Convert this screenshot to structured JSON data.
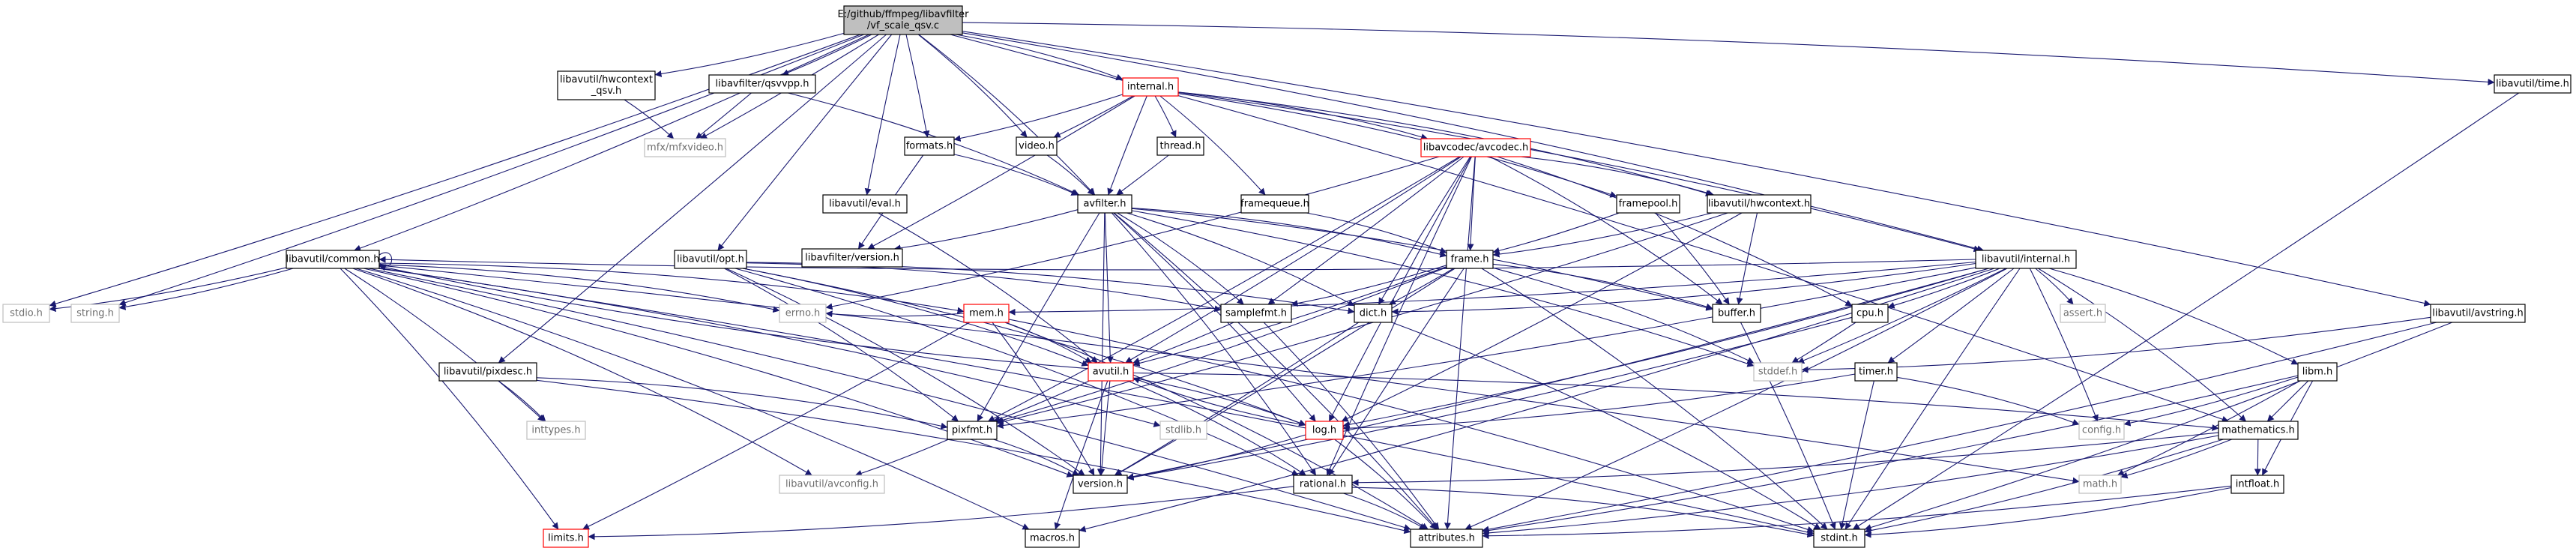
{
  "colors": {
    "edge": "#191970",
    "root_fill": "#bfbfbf",
    "missing_border": "#ff0000",
    "external_border": "#bfbfbf"
  },
  "nodes": {
    "root": {
      "lines": [
        "E:/github/ffmpeg/libavfilter",
        "/vf_scale_qsv.c"
      ]
    },
    "hwcontext_qsv": {
      "lines": [
        "libavutil/hwcontext",
        "_qsv.h"
      ]
    },
    "qsvvpp": {
      "lines": [
        "libavfilter/qsvvpp.h"
      ]
    },
    "mfxvideo": {
      "lines": [
        "mfx/mfxvideo.h"
      ]
    },
    "internal": {
      "lines": [
        "internal.h"
      ]
    },
    "avcodec": {
      "lines": [
        "libavcodec/avcodec.h"
      ]
    },
    "time": {
      "lines": [
        "libavutil/time.h"
      ]
    },
    "formats": {
      "lines": [
        "formats.h"
      ]
    },
    "video": {
      "lines": [
        "video.h"
      ]
    },
    "thread": {
      "lines": [
        "thread.h"
      ]
    },
    "framepool": {
      "lines": [
        "framepool.h"
      ]
    },
    "hwcontext": {
      "lines": [
        "libavutil/hwcontext.h"
      ]
    },
    "eval": {
      "lines": [
        "libavutil/eval.h"
      ]
    },
    "avfilter": {
      "lines": [
        "avfilter.h"
      ]
    },
    "framequeue": {
      "lines": [
        "framequeue.h"
      ]
    },
    "lavf_version": {
      "lines": [
        "libavfilter/version.h"
      ]
    },
    "common": {
      "lines": [
        "libavutil/common.h"
      ]
    },
    "opt": {
      "lines": [
        "libavutil/opt.h"
      ]
    },
    "frame": {
      "lines": [
        "frame.h"
      ]
    },
    "avutil_internal": {
      "lines": [
        "libavutil/internal.h"
      ]
    },
    "avstring": {
      "lines": [
        "libavutil/avstring.h"
      ]
    },
    "stdio": {
      "lines": [
        "stdio.h"
      ]
    },
    "string": {
      "lines": [
        "string.h"
      ]
    },
    "errno": {
      "lines": [
        "errno.h"
      ]
    },
    "mem": {
      "lines": [
        "mem.h"
      ]
    },
    "samplefmt": {
      "lines": [
        "samplefmt.h"
      ]
    },
    "dict": {
      "lines": [
        "dict.h"
      ]
    },
    "buffer": {
      "lines": [
        "buffer.h"
      ]
    },
    "cpu": {
      "lines": [
        "cpu.h"
      ]
    },
    "assert": {
      "lines": [
        "assert.h"
      ]
    },
    "libm": {
      "lines": [
        "libm.h"
      ]
    },
    "pixdesc": {
      "lines": [
        "libavutil/pixdesc.h"
      ]
    },
    "stddef": {
      "lines": [
        "stddef.h"
      ]
    },
    "avutil": {
      "lines": [
        "avutil.h"
      ]
    },
    "timer": {
      "lines": [
        "timer.h"
      ]
    },
    "inttypes": {
      "lines": [
        "inttypes.h"
      ]
    },
    "pixfmt": {
      "lines": [
        "pixfmt.h"
      ]
    },
    "stdlib": {
      "lines": [
        "stdlib.h"
      ]
    },
    "log": {
      "lines": [
        "log.h"
      ]
    },
    "config": {
      "lines": [
        "config.h"
      ]
    },
    "mathematics": {
      "lines": [
        "mathematics.h"
      ]
    },
    "avconfig": {
      "lines": [
        "libavutil/avconfig.h"
      ]
    },
    "version": {
      "lines": [
        "version.h"
      ]
    },
    "rational": {
      "lines": [
        "rational.h"
      ]
    },
    "math": {
      "lines": [
        "math.h"
      ]
    },
    "intfloat": {
      "lines": [
        "intfloat.h"
      ]
    },
    "limits": {
      "lines": [
        "limits.h"
      ]
    },
    "macros": {
      "lines": [
        "macros.h"
      ]
    },
    "attributes": {
      "lines": [
        "attributes.h"
      ]
    },
    "stdint": {
      "lines": [
        "stdint.h"
      ]
    }
  }
}
